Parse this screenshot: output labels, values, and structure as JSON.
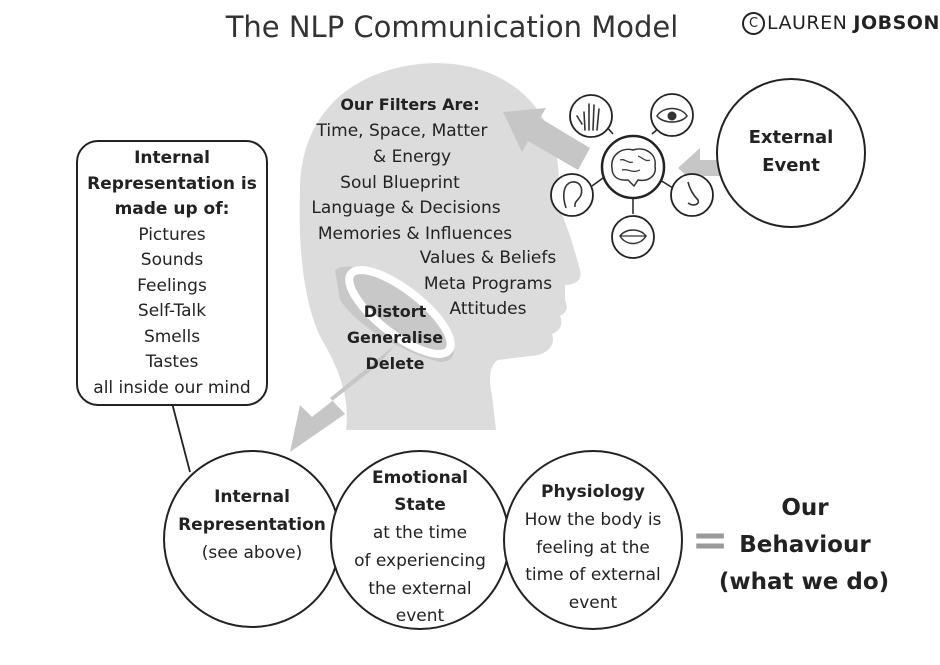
{
  "title": "The NLP Communication Model",
  "brand": {
    "mark": "C",
    "first": "LAUREN",
    "last": "JOBSON"
  },
  "filters": {
    "heading": "Our Filters Are:",
    "lines": [
      "Time, Space, Matter",
      "& Energy",
      "Soul Blueprint",
      "Language & Decisions",
      "Memories & Influences",
      "Values & Beliefs",
      "Meta Programs",
      "Attitudes"
    ]
  },
  "processes": [
    "Distort",
    "Generalise",
    "Delete"
  ],
  "internal_box": {
    "heading": [
      "Internal",
      "Representation is",
      "made up of:"
    ],
    "items": [
      "Pictures",
      "Sounds",
      "Feelings",
      "Self-Talk",
      "Smells",
      "Tastes",
      "all inside our mind"
    ]
  },
  "external_event": [
    "External",
    "Event"
  ],
  "senses": [
    "hand-icon",
    "eye-icon",
    "brain-icon",
    "ear-icon",
    "nose-icon",
    "mouth-icon"
  ],
  "circles": {
    "internal": {
      "title": [
        "Internal",
        "Representation"
      ],
      "sub": [
        "(see above)"
      ]
    },
    "emotional": {
      "title": [
        "Emotional",
        "State"
      ],
      "sub": [
        "at the time",
        "of experiencing",
        "the external",
        "event"
      ]
    },
    "physiology": {
      "title": [
        "Physiology"
      ],
      "sub": [
        "How the body is",
        "feeling at the",
        "time of external",
        "event"
      ]
    }
  },
  "equals": "=",
  "behaviour": {
    "lines": [
      "Our",
      "Behaviour",
      "(what we do)"
    ]
  }
}
